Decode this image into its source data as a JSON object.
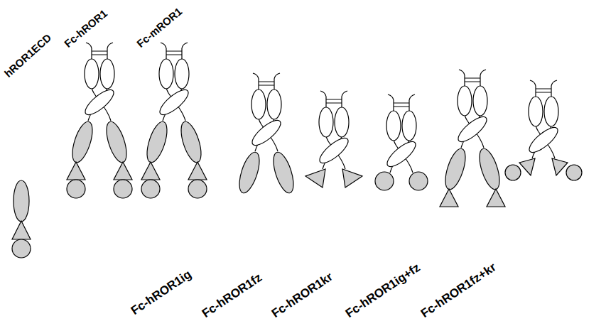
{
  "diagram": {
    "labels": [
      "hROR1ECD",
      "Fc-hROR1",
      "Fc-mROR1",
      "Fc-hROR1ig",
      "Fc-hROR1fz",
      "Fc-hROR1kr",
      "Fc-hROR1ig+fz",
      "Fc-hROR1fz+kr"
    ]
  }
}
